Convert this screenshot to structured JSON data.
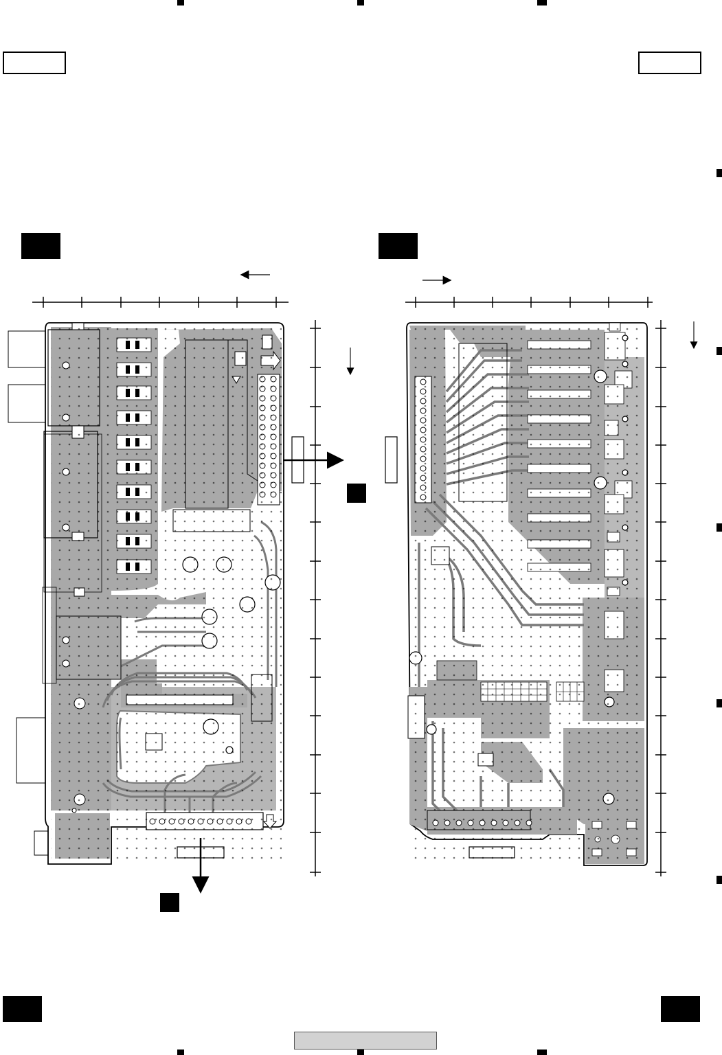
{
  "page": {
    "background": "#ffffff",
    "ink": "#000000",
    "board_fill": "#a9a9a9",
    "trace_color": "#7a7a7a"
  },
  "header": {
    "left_label": "",
    "right_label": ""
  },
  "panels": [
    {
      "name": "left-pcb",
      "tag": "",
      "view_arrow": "left"
    },
    {
      "name": "right-pcb",
      "tag": "",
      "view_arrow": "right"
    }
  ],
  "connectors": {
    "bottom_left_label": "",
    "bottom_right_label": ""
  },
  "footer": {
    "page_bar_text": ""
  }
}
